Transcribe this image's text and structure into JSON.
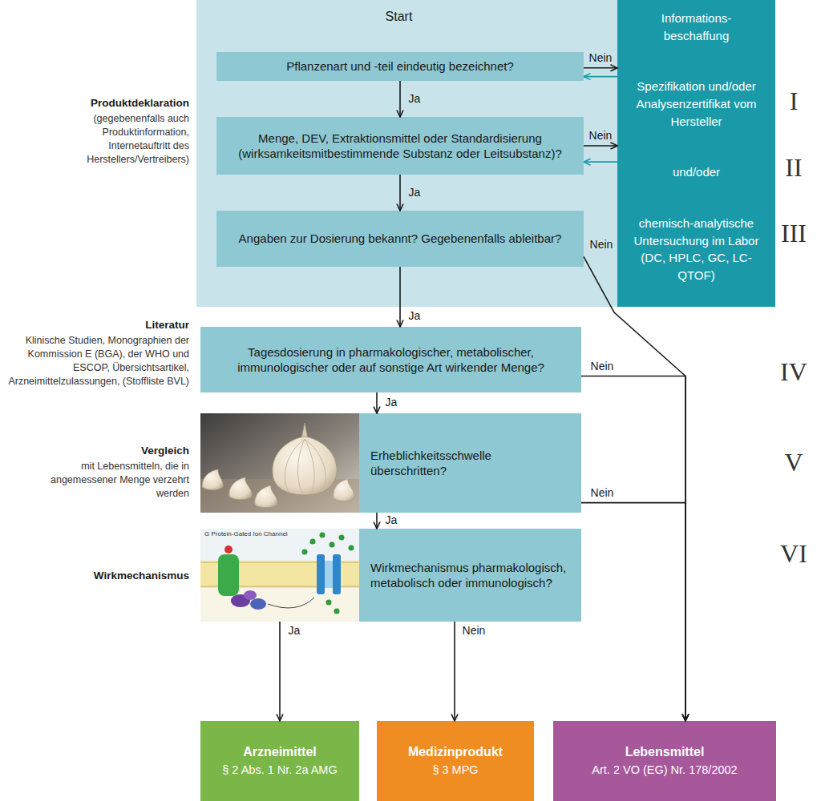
{
  "diagram": {
    "nodes": [
      {
        "text": [
          "Start"
        ]
      },
      {
        "text": [
          "Pflanzenart und -teil eindeutig bezeichnet?"
        ],
        "in": 0
      },
      {
        "text": [
          "Menge, DEV, Extraktionsmittel oder Standardisierung (wirksamkeitsmitbestimmende Substanz oder Leitsubstanz)?"
        ],
        "in": 0
      },
      {
        "text": [
          "Angaben zur Dosierung bekannt? Gegebenenfalls ableitbar?"
        ],
        "in": 0
      },
      {
        "text": [
          "Informations- beschaffung",
          "Spezifikation und/oder Analysenzertifikat vom Hersteller",
          "und/oder",
          "chemisch-analytische Untersuchung im Labor (DC, HPLC, GC, LC-QTOF)"
        ]
      },
      {
        "text": [
          "Tagesdosierung in pharmakologischer, metabolischer, immunologischer oder auf sonstige Art wirkender Menge?"
        ]
      },
      {
        "text": [
          "Erheblichkeitsschwelle überschritten?"
        ]
      },
      {
        "text": [
          "Wirkmechanismus pharmakologisch, metabolisch oder immunologisch?"
        ]
      },
      {
        "text": [
          "Arzneimittel",
          "§ 2 Abs. 1 Nr. 2a AMG"
        ]
      },
      {
        "text": [
          "Medizinprodukt",
          "§ 3 MPG"
        ]
      },
      {
        "text": [
          "Lebensmittel",
          "Art. 2 VO (EG) Nr. 178/2002"
        ]
      }
    ],
    "edges": [
      {
        "from": 1,
        "to": 2,
        "arrow": "to",
        "label": "Ja"
      },
      {
        "from": 1,
        "to": 4,
        "arrow": "to",
        "label": "Nein"
      },
      {
        "from": 4,
        "to": 1,
        "arrow": "to"
      },
      {
        "from": 2,
        "to": 3,
        "arrow": "to",
        "label": "Ja"
      },
      {
        "from": 2,
        "to": 4,
        "arrow": "to",
        "label": "Nein"
      },
      {
        "from": 4,
        "to": 2,
        "arrow": "to"
      },
      {
        "from": 3,
        "to": 5,
        "arrow": "to",
        "label": "Ja"
      },
      {
        "from": 3,
        "to": 10,
        "arrow": "to",
        "label": "Nein"
      },
      {
        "from": 5,
        "to": 6,
        "arrow": "to",
        "label": "Ja"
      },
      {
        "from": 5,
        "to": 10,
        "arrow": "to",
        "label": "Nein"
      },
      {
        "from": 6,
        "to": 7,
        "arrow": "to",
        "label": "Ja"
      },
      {
        "from": 6,
        "to": 10,
        "arrow": "to",
        "label": "Nein"
      },
      {
        "from": 7,
        "to": 8,
        "arrow": "to",
        "label": "Ja"
      },
      {
        "from": 7,
        "to": 9,
        "arrow": "to",
        "label": "Nein"
      }
    ],
    "labels": [
      "Produktdeklaration",
      "(gegebenenfalls auch Produktinformation, Internetauftritt des Herstellers/Vertreibers)",
      "I",
      "II",
      "III",
      "Literatur",
      "Klinische Studien, Monographien der Kommission E (BGA), der WHO und ESCOP, Übersichtsartikel, Arzneimittelzulassungen, (Stoffliste BVL)",
      "IV",
      "Vergleich",
      "mit Lebensmitteln, die in angemessener Menge verzehrt werden",
      "V",
      "Wirkmechanismus",
      "G Protein-Gated Ion Channel",
      "VI"
    ]
  }
}
